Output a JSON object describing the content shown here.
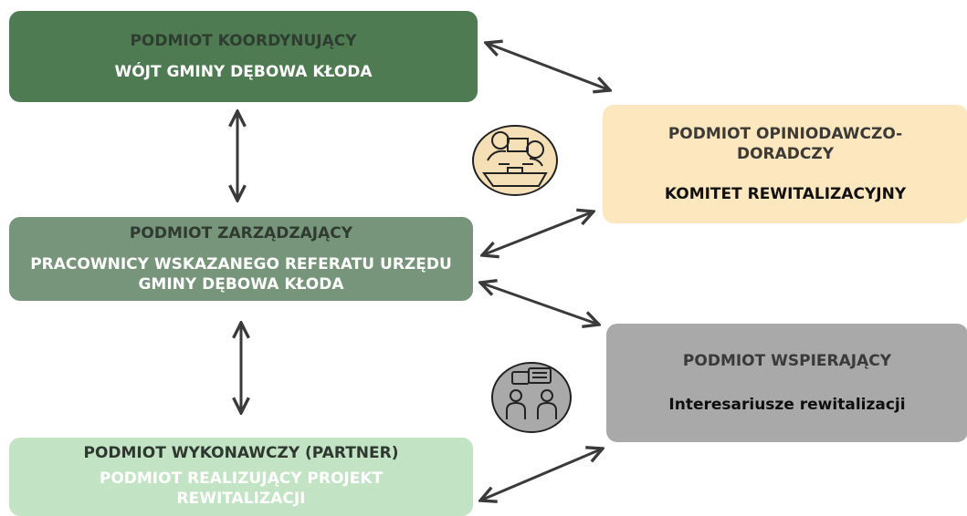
{
  "nodes": {
    "koordynujacy": {
      "label": "PODMIOT KOORDYNUJĄCY",
      "sub": "WÓJT GMINY DĘBOWA KŁODA"
    },
    "zarzadzajacy": {
      "label": "PODMIOT ZARZĄDZAJĄCY",
      "sub": "PRACOWNICY WSKAZANEGO REFERATU URZĘDU GMINY DĘBOWA KŁODA"
    },
    "wykonawczy": {
      "label": "PODMIOT WYKONAWCZY (PARTNER)",
      "sub": "PODMIOT REALIZUJĄCY PROJEKT REWITALIZACJI"
    },
    "opiniodawczy": {
      "label": "PODMIOT OPINIODAWCZO-DORADCZY",
      "sub": "KOMITET REWITALIZACYJNY"
    },
    "wspierajacy": {
      "label": "PODMIOT WSPIERAJĄCY",
      "sub": "Interesariusze rewitalizacji"
    }
  },
  "icons": {
    "meeting": "meeting-table-icon",
    "conversation": "conversation-icon"
  },
  "colors": {
    "koordynujacy": "#4e7b52",
    "zarzadzajacy": "#77957a",
    "wykonawczy": "#c3e4c4",
    "opiniodawczy": "#fde7bf",
    "wspierajacy": "#a9a9a9",
    "arrow": "#3a3a3a"
  }
}
